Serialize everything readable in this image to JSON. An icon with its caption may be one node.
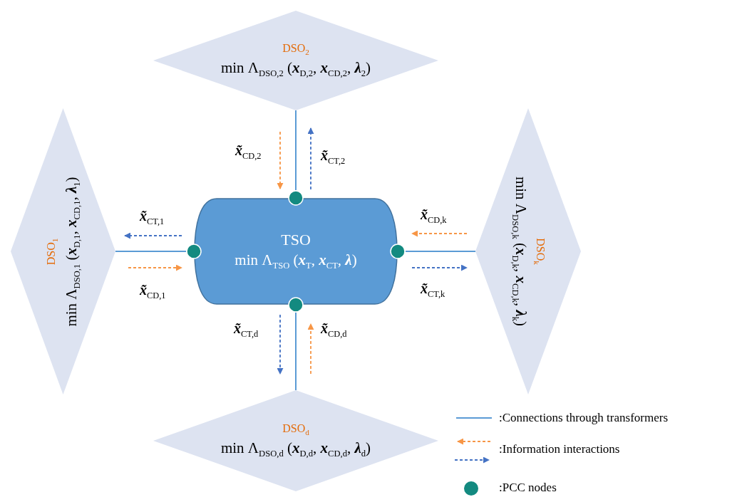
{
  "diagram": {
    "nodes": [
      {
        "text": [
          "DSO$_{2}$",
          "min Λ$_{DSO,2}$ (**x**$_{D,2}$, **x**$_{CD,2}$, **λ**$_{2}$)"
        ]
      },
      {
        "text": [
          "DSO$_{1}$",
          "min Λ$_{DSO,1}$ (**x**$_{D,1}$, **x**$_{CD,1}$, **λ**$_{1}$)"
        ]
      },
      {
        "text": [
          "TSO",
          "min Λ$_{TSO}$ (**x**$_{T}$, **x**$_{CT}$, **λ**)"
        ]
      },
      {
        "text": [
          "DSO$_{k}$",
          "min Λ$_{DSO,k}$ (**x**$_{D,k}$, **x**$_{CD,k}$, **λ**$_{k}$)"
        ]
      },
      {
        "text": [
          "DSO$_{d}$",
          "min Λ$_{DSO,d}$ (**x**$_{D,d}$, **x**$_{CD,d}$, **λ**$_{d}$)"
        ]
      },
      {
        "text": [],
        "shape": "circle"
      },
      {
        "text": [],
        "shape": "circle"
      },
      {
        "text": [],
        "shape": "circle"
      },
      {
        "text": [],
        "shape": "circle"
      }
    ],
    "edges": [
      {
        "from": 0,
        "to": 5,
        "arrow": "none"
      },
      {
        "from": 1,
        "to": 6,
        "arrow": "none"
      },
      {
        "from": 3,
        "to": 7,
        "arrow": "none"
      },
      {
        "from": 4,
        "to": 8,
        "arrow": "none"
      },
      {
        "from": 0,
        "to": 2,
        "arrow": "to",
        "label": "**x̃**$_{CD,2}$",
        "style": "dashed",
        "color": "#f79646"
      },
      {
        "from": 2,
        "to": 0,
        "arrow": "to",
        "label": "**x̃**$_{CT,2}$",
        "style": "dashed",
        "color": "#4472c4"
      },
      {
        "from": 2,
        "to": 1,
        "arrow": "to",
        "label": "**x̃**$_{CT,1}$",
        "style": "dashed",
        "color": "#4472c4"
      },
      {
        "from": 1,
        "to": 2,
        "arrow": "to",
        "label": "**x̃**$_{CD,1}$",
        "style": "dashed",
        "color": "#f79646"
      },
      {
        "from": 3,
        "to": 2,
        "arrow": "to",
        "label": "**x̃**$_{CD,k}$",
        "style": "dashed",
        "color": "#f79646"
      },
      {
        "from": 2,
        "to": 3,
        "arrow": "to",
        "label": "**x̃**$_{CT,k}$",
        "style": "dashed",
        "color": "#4472c4"
      },
      {
        "from": 2,
        "to": 4,
        "arrow": "to",
        "label": "**x̃**$_{CT,d}$",
        "style": "dashed",
        "color": "#4472c4"
      },
      {
        "from": 4,
        "to": 2,
        "arrow": "to",
        "label": "**x̃**$_{CD,d}$",
        "style": "dashed",
        "color": "#f79646"
      }
    ],
    "legend": [
      {
        "text": ":Connections through transformers"
      },
      {
        "text": ":Information interactions"
      },
      {
        "text": ":PCC nodes"
      }
    ]
  }
}
